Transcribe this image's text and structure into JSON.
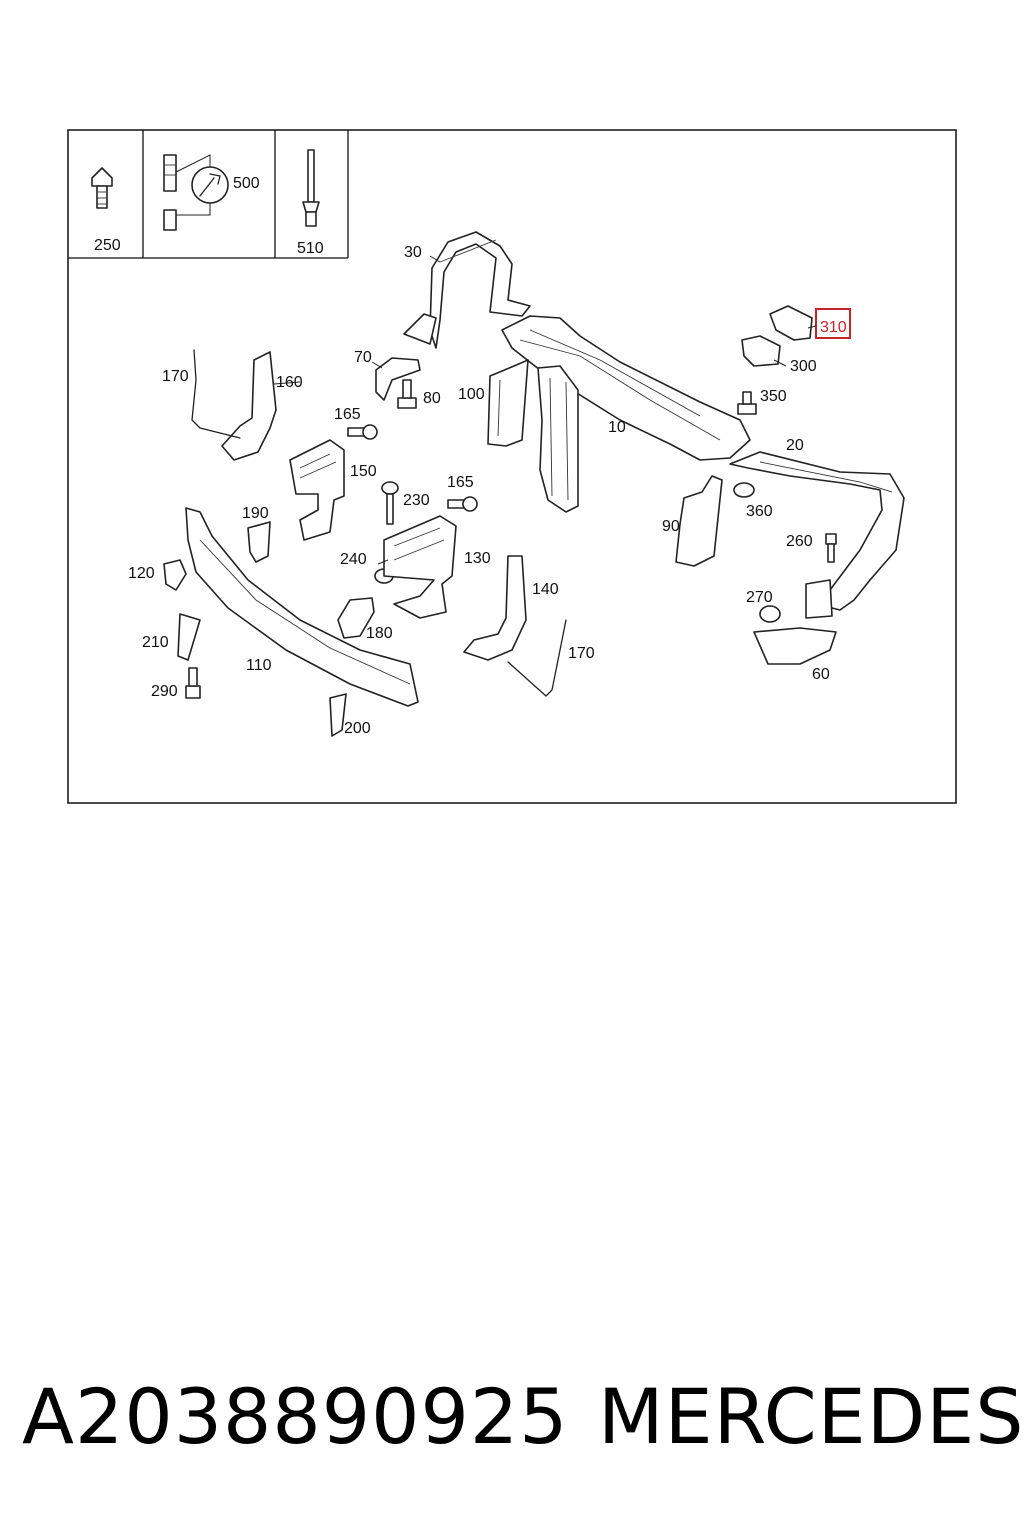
{
  "callouts": {
    "c10": "10",
    "c20": "20",
    "c30": "30",
    "c60": "60",
    "c70": "70",
    "c80": "80",
    "c90": "90",
    "c100": "100",
    "c110": "110",
    "c120": "120",
    "c130": "130",
    "c140": "140",
    "c150": "150",
    "c160": "160",
    "c165a": "165",
    "c165b": "165",
    "c170a": "170",
    "c170b": "170",
    "c180": "180",
    "c190": "190",
    "c200": "200",
    "c210": "210",
    "c230": "230",
    "c240": "240",
    "c250": "250",
    "c260": "260",
    "c270": "270",
    "c290": "290",
    "c300": "300",
    "c310": "310",
    "c350": "350",
    "c360": "360",
    "c500": "500",
    "c510": "510"
  },
  "highlighted_callout": "310",
  "colors": {
    "highlight": "#c8232c",
    "line": "#222222",
    "background": "#ffffff"
  },
  "footer": {
    "part_number": "A2038890925",
    "make": "MERCEDES"
  }
}
